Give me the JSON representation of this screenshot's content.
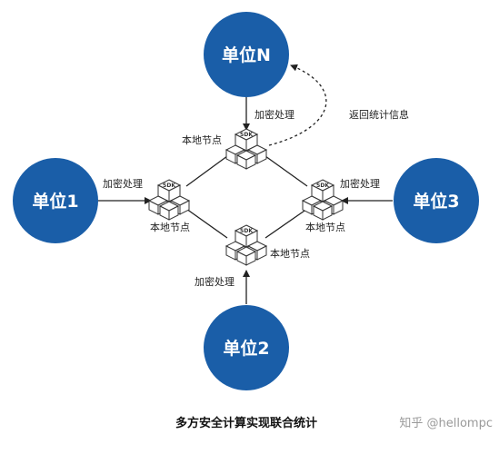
{
  "units": {
    "n": "单位N",
    "u1": "单位1",
    "u2": "单位2",
    "u3": "单位3"
  },
  "labels": {
    "encrypt": "加密处理",
    "local_node": "本地节点",
    "return_stats": "返回统计信息",
    "sdk": "SDK"
  },
  "caption": "多方安全计算实现联合统计",
  "watermark": "知乎 @hellompc",
  "colors": {
    "unit_blue": "#1a5ea8",
    "line": "#222222",
    "cube_stroke": "#333333"
  }
}
